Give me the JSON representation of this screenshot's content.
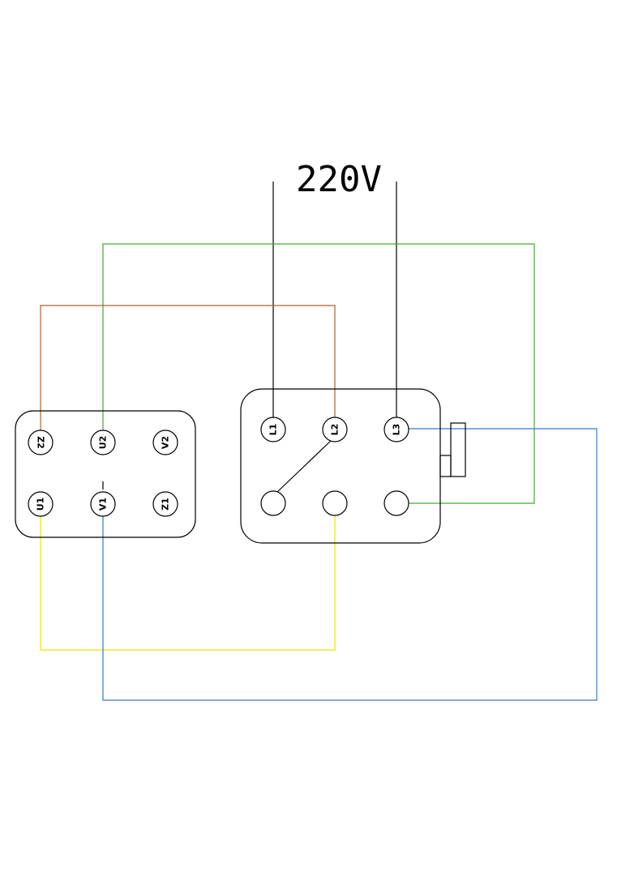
{
  "supply": {
    "voltage_label": "220V"
  },
  "motor_terminal_box": {
    "terminals_top": [
      "Z2",
      "U2",
      "V2"
    ],
    "terminals_bottom": [
      "U1",
      "V1",
      "Z1"
    ]
  },
  "switch_box": {
    "terminals_top": [
      "L1",
      "L2",
      "L3"
    ]
  },
  "wire_colors": {
    "brown": "#b0622a",
    "green": "#4aa33a",
    "yellow": "#e6e600",
    "blue": "#3a78c0",
    "black": "#000000"
  }
}
